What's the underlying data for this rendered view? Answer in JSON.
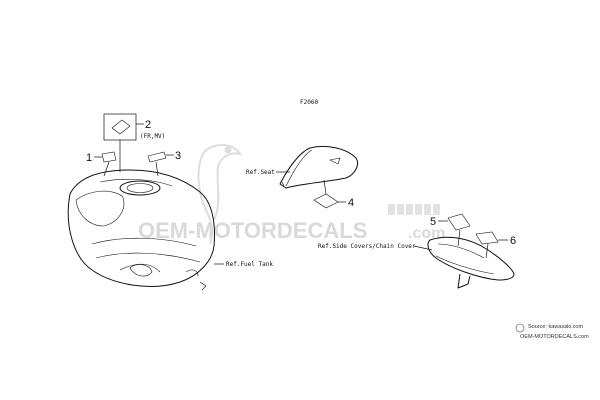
{
  "diagram": {
    "code": "F2060",
    "refs": {
      "seat": "Ref.Seat",
      "fuel_tank": "Ref.Fuel Tank",
      "side_covers": "Ref.Side Covers/Chain Cover"
    },
    "callouts": {
      "c1": "1",
      "c2": "2",
      "c2_note": "(FR,MV)",
      "c3": "3",
      "c4": "4",
      "c5": "5",
      "c6": "6"
    }
  },
  "watermark": {
    "brand": "OEM-MOTORDECALS",
    "brand_suffix": ".com"
  },
  "source": {
    "line1": "Source: kawasaki.com",
    "line2": "OEM-MOTORDECALS.com"
  }
}
